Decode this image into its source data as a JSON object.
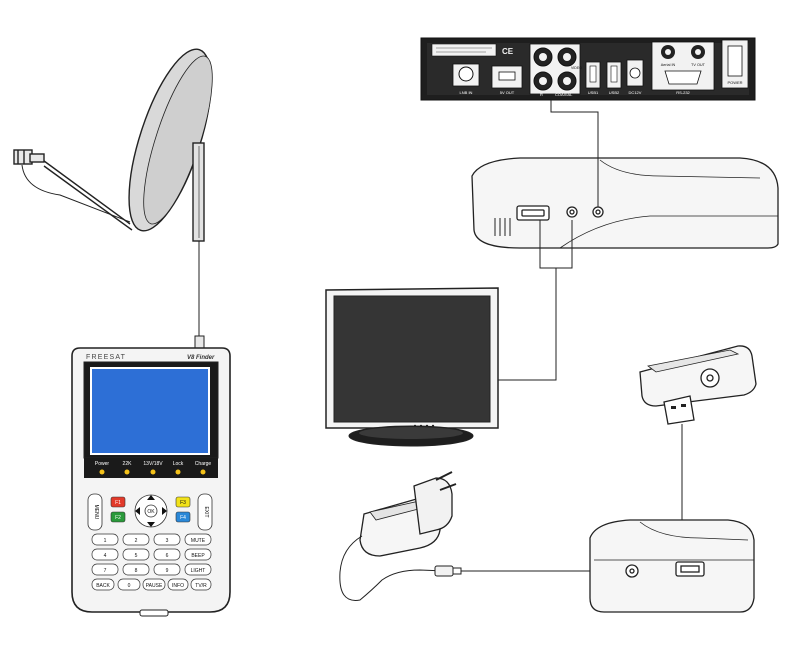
{
  "finder": {
    "brand": "FREESAT",
    "model": "V8 Finder",
    "indicators": [
      "Power",
      "22K",
      "13V/18V",
      "Lock",
      "Charge"
    ],
    "keys": {
      "menu": "MENU",
      "exit": "EXIT",
      "ok": "OK",
      "f1": "F1",
      "f2": "F2",
      "f3": "F3",
      "f4": "F4",
      "n1": "1",
      "n2": "2",
      "n3": "3",
      "n4": "4",
      "n5": "5",
      "n6": "6",
      "n7": "7",
      "n8": "8",
      "n9": "9",
      "n0": "0",
      "mute": "MUTE",
      "beep": "BEEP",
      "light": "LIGHT",
      "back": "BACK",
      "pause": "PAUSE",
      "info": "INFO",
      "tvr": "TV/R"
    }
  },
  "rear_panel": {
    "ports": [
      "LNB IN",
      "5V OUT",
      "R",
      "COAXIAL",
      "USB1",
      "USB2",
      "DC12V",
      "RS-232",
      "POWER"
    ],
    "labels": [
      "VIDEO",
      "Aerial IN",
      "TV OUT"
    ],
    "ce_mark": "CE"
  },
  "colors": {
    "line": "#222222",
    "screen_blue": "#2d6fd6",
    "screen_border": "#ffffff",
    "f1": "#e23a2a",
    "f2": "#2a9a3b",
    "f3": "#f2e21a",
    "f4": "#2a88d8",
    "led": "#f4c21a",
    "tv_screen": "#353535",
    "panel_dark": "#1e1e1e"
  }
}
